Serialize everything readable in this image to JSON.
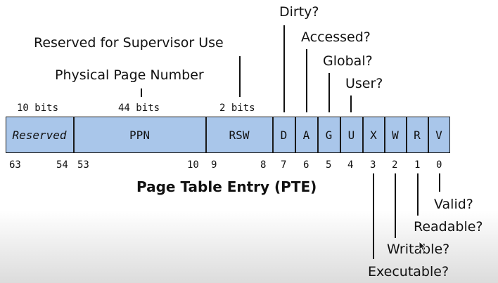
{
  "labels": {
    "dirty": "Dirty?",
    "accessed": "Accessed?",
    "global": "Global?",
    "user": "User?",
    "reserved_supervisor": "Reserved for Supervisor Use",
    "ppn_full": "Physical Page Number",
    "valid": "Valid?",
    "readable": "Readable?",
    "writable": "Writable?",
    "executable": "Executable?"
  },
  "widths": {
    "reserved": "10 bits",
    "ppn": "44 bits",
    "rsw": "2 bits"
  },
  "fields": {
    "reserved": "Reserved",
    "ppn": "PPN",
    "rsw": "RSW",
    "d": "D",
    "a": "A",
    "g": "G",
    "u": "U",
    "x": "X",
    "w": "W",
    "r": "R",
    "v": "V"
  },
  "bit_numbers": {
    "b63": "63",
    "b54": "54",
    "b53": "53",
    "b10": "10",
    "b9": "9",
    "b8": "8",
    "b7": "7",
    "b6": "6",
    "b5": "5",
    "b4": "4",
    "b3": "3",
    "b2": "2",
    "b1": "1",
    "b0": "0"
  },
  "title": "Page Table Entry (PTE)",
  "colors": {
    "field_fill": "#a9c6ea",
    "outline": "#1a1a1a"
  }
}
